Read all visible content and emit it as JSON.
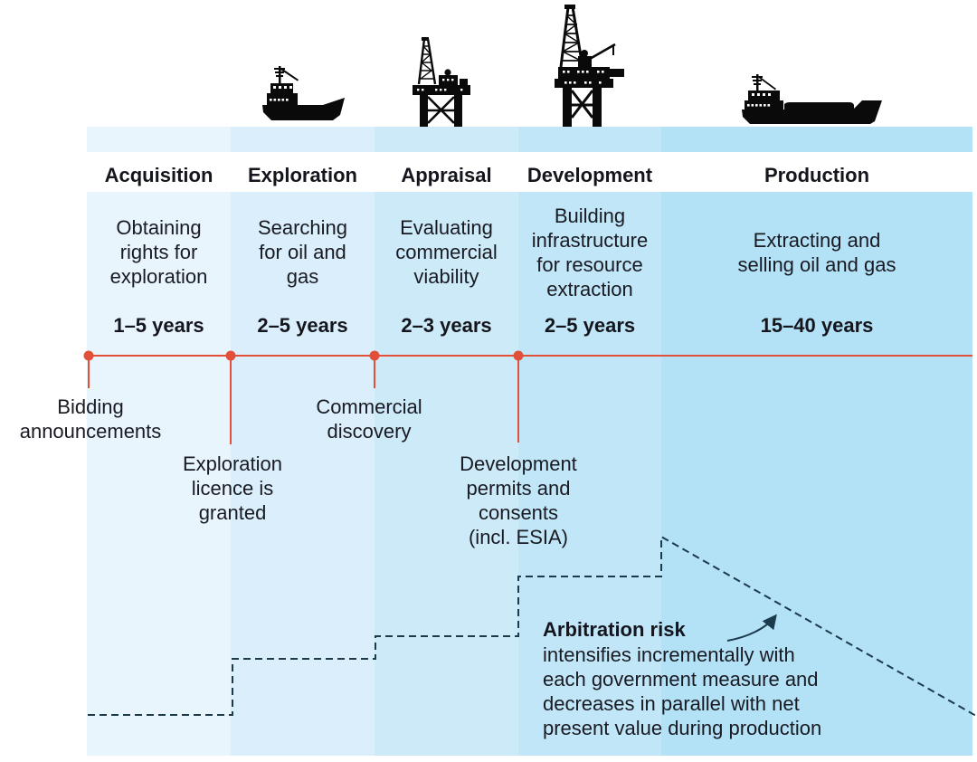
{
  "diagram": {
    "phases": [
      {
        "name": "Acquisition",
        "description": "Obtaining\nrights for\nexploration",
        "duration": "1–5 years",
        "color": "#e9f5fd",
        "icon": ""
      },
      {
        "name": "Exploration",
        "description": "Searching\nfor oil and\ngas",
        "duration": "2–5 years",
        "color": "#daeffb",
        "icon": "survey-vessel-icon"
      },
      {
        "name": "Appraisal",
        "description": "Evaluating\ncommercial\nviability",
        "duration": "2–3 years",
        "color": "#cdeaf9",
        "icon": "appraisal-platform-icon"
      },
      {
        "name": "Development",
        "description": "Building\ninfrastructure\nfor resource\nextraction",
        "duration": "2–5 years",
        "color": "#c1e6f8",
        "icon": "drilling-rig-icon"
      },
      {
        "name": "Production",
        "description": "Extracting and\nselling oil and gas",
        "duration": "15–40 years",
        "color": "#b3e1f6",
        "icon": "tanker-icon"
      }
    ],
    "milestones": [
      {
        "label": "Bidding\nannouncements"
      },
      {
        "label": "Exploration\nlicence is\ngranted"
      },
      {
        "label": "Commercial\ndiscovery"
      },
      {
        "label": "Development\npermits and\nconsents\n(incl. ESIA)"
      }
    ],
    "annotation": {
      "title": "Arbitration risk",
      "body": "intensifies incrementally with\neach government measure and\ndecreases in parallel with net\npresent value during production"
    },
    "colors": {
      "timeline": "#e2503a",
      "risk_line": "#1b3a4c"
    }
  }
}
